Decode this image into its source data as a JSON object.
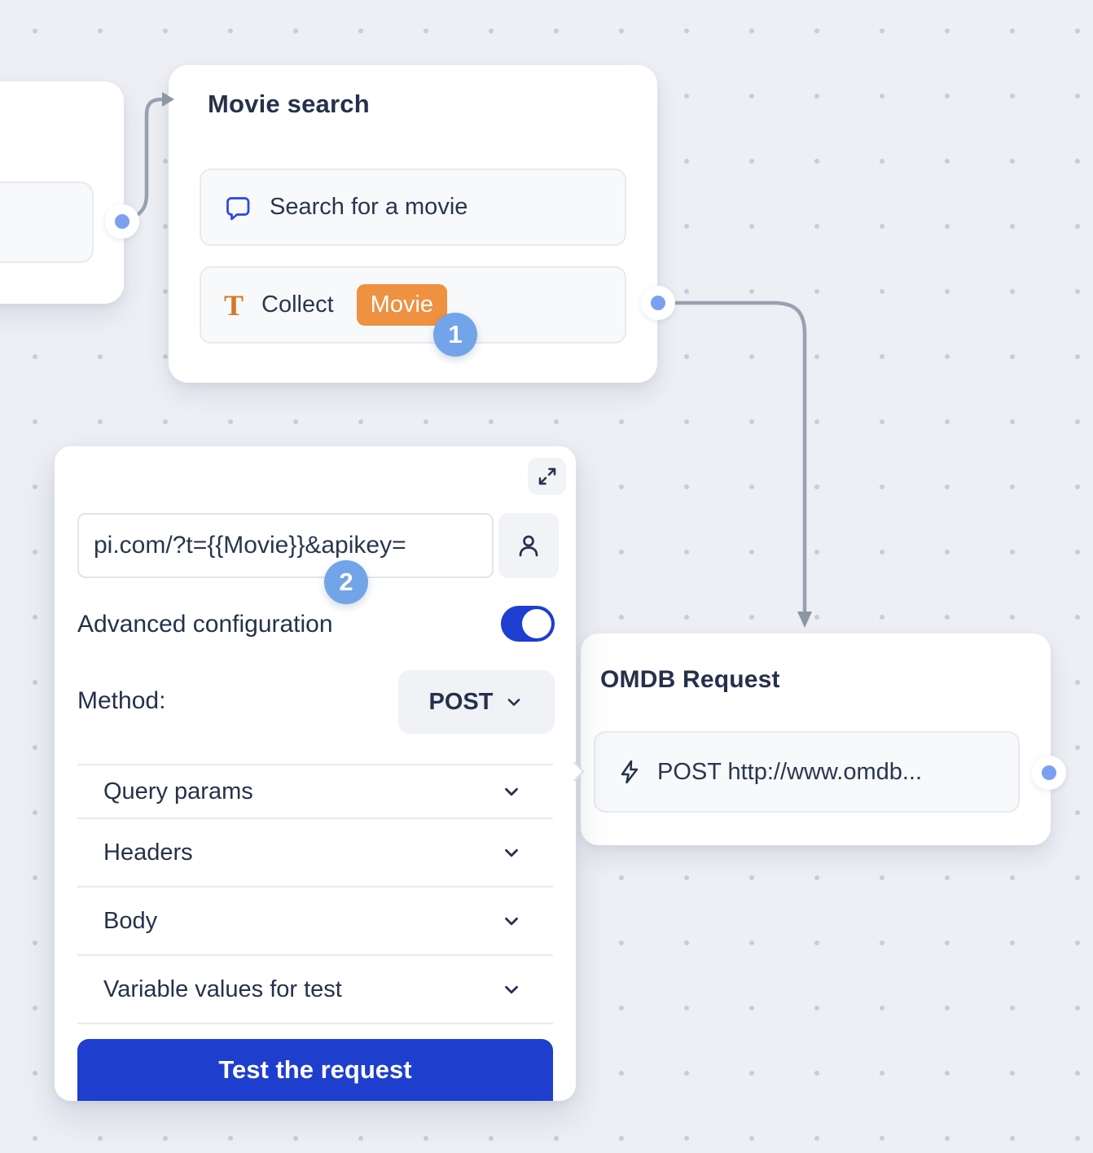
{
  "canvas": {
    "background": "#edeff4",
    "dot_color": "#c6cdda"
  },
  "nodes": {
    "movie_search": {
      "title": "Movie search",
      "items": [
        {
          "icon": "chat-bubble-icon",
          "label": "Search for a movie"
        },
        {
          "icon": "text-collect-icon",
          "icon_glyph": "T",
          "label": "Collect",
          "variable": "Movie"
        }
      ]
    },
    "omdb": {
      "title": "OMDB Request",
      "items": [
        {
          "icon": "lightning-icon",
          "label": "POST http://www.omdb..."
        }
      ]
    }
  },
  "badges": {
    "step_1": "1",
    "step_2": "2"
  },
  "panel": {
    "url_value": "pi.com/?t={{Movie}}&apikey=",
    "advanced_label": "Advanced configuration",
    "advanced_on": true,
    "method_label": "Method:",
    "method_value": "POST",
    "sections": [
      "Query params",
      "Headers",
      "Body",
      "Variable values for test"
    ],
    "test_button_label": "Test the request"
  },
  "colors": {
    "accent_blue": "#1e3ecd",
    "toggle_blue": "#1d3ed1",
    "icon_blue": "#2a46e8",
    "orange_chip": "#ee9140",
    "orange_icon": "#d4782c",
    "navy_text": "#25314c",
    "port_blue": "#7d9ff2",
    "badge_blue": "#72a4e9",
    "wire_gray": "#99a0af"
  }
}
